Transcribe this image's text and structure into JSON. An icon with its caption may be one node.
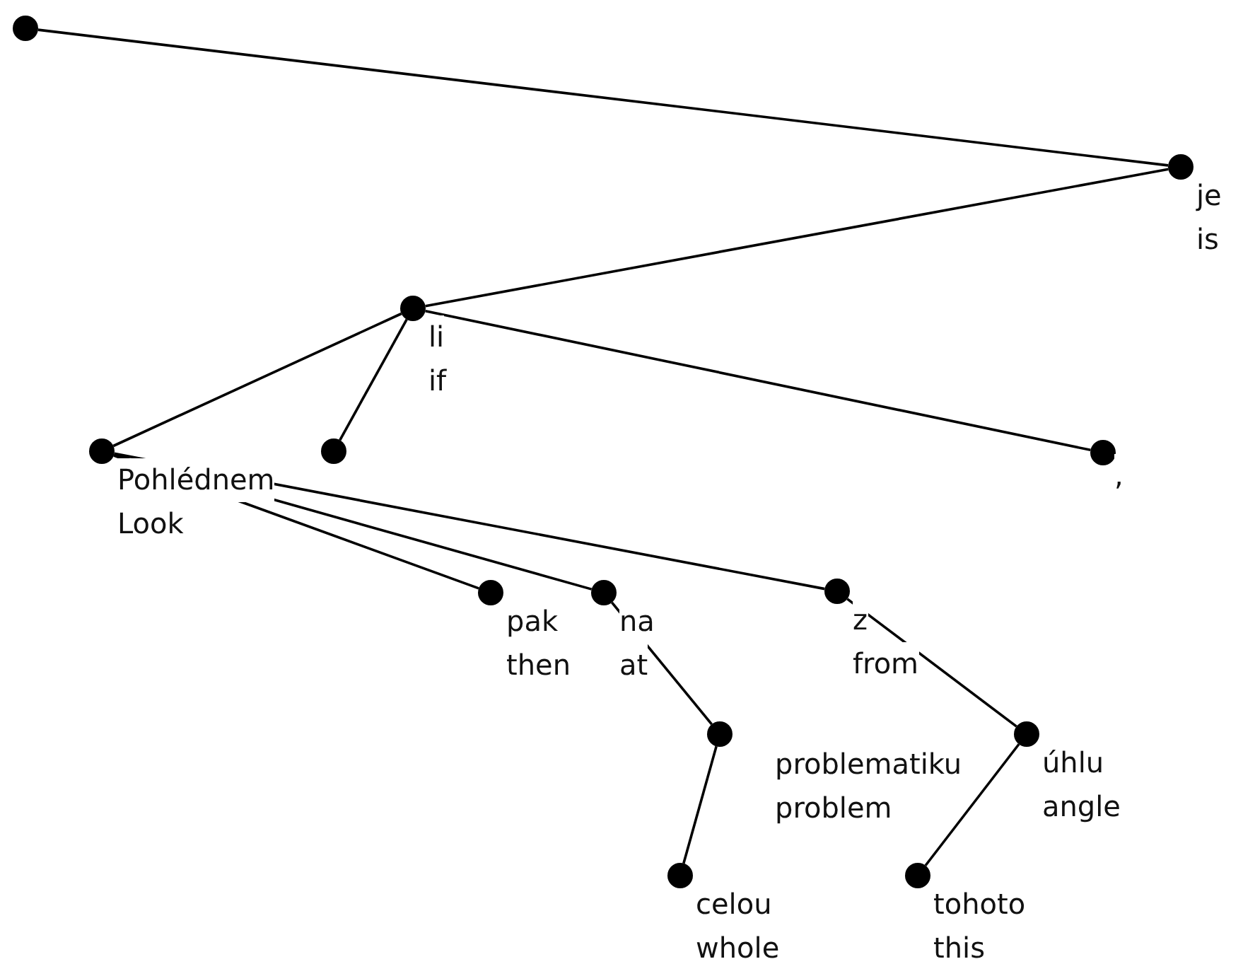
{
  "diagram": {
    "nodes": [
      {
        "text": [],
        "shape": "circle"
      },
      {
        "text": [
          "je",
          "is"
        ]
      },
      {
        "text": [
          "li",
          "if"
        ]
      },
      {
        "text": [
          "Pohlédnem",
          "Look"
        ]
      },
      {
        "text": [],
        "shape": "circle"
      },
      {
        "text": [
          ","
        ]
      },
      {
        "text": [
          "pak",
          "then"
        ]
      },
      {
        "text": [
          "na",
          "at"
        ]
      },
      {
        "text": [
          "z",
          "from"
        ]
      },
      {
        "text": [
          "problematiku",
          "problem"
        ]
      },
      {
        "text": [
          "úhlu",
          "angle"
        ]
      },
      {
        "text": [
          "celou",
          "whole"
        ]
      },
      {
        "text": [
          "tohoto",
          "this"
        ]
      }
    ],
    "edges": [
      {
        "from": 0,
        "to": 1,
        "arrow": "none"
      },
      {
        "from": 1,
        "to": 2,
        "arrow": "none"
      },
      {
        "from": 2,
        "to": 3,
        "arrow": "none"
      },
      {
        "from": 2,
        "to": 4,
        "arrow": "none"
      },
      {
        "from": 2,
        "to": 5,
        "arrow": "none"
      },
      {
        "from": 3,
        "to": 6,
        "arrow": "none"
      },
      {
        "from": 3,
        "to": 7,
        "arrow": "none"
      },
      {
        "from": 3,
        "to": 8,
        "arrow": "none"
      },
      {
        "from": 7,
        "to": 9,
        "arrow": "none"
      },
      {
        "from": 8,
        "to": 10,
        "arrow": "none"
      },
      {
        "from": 9,
        "to": 11,
        "arrow": "none"
      },
      {
        "from": 10,
        "to": 12,
        "arrow": "none"
      }
    ]
  }
}
